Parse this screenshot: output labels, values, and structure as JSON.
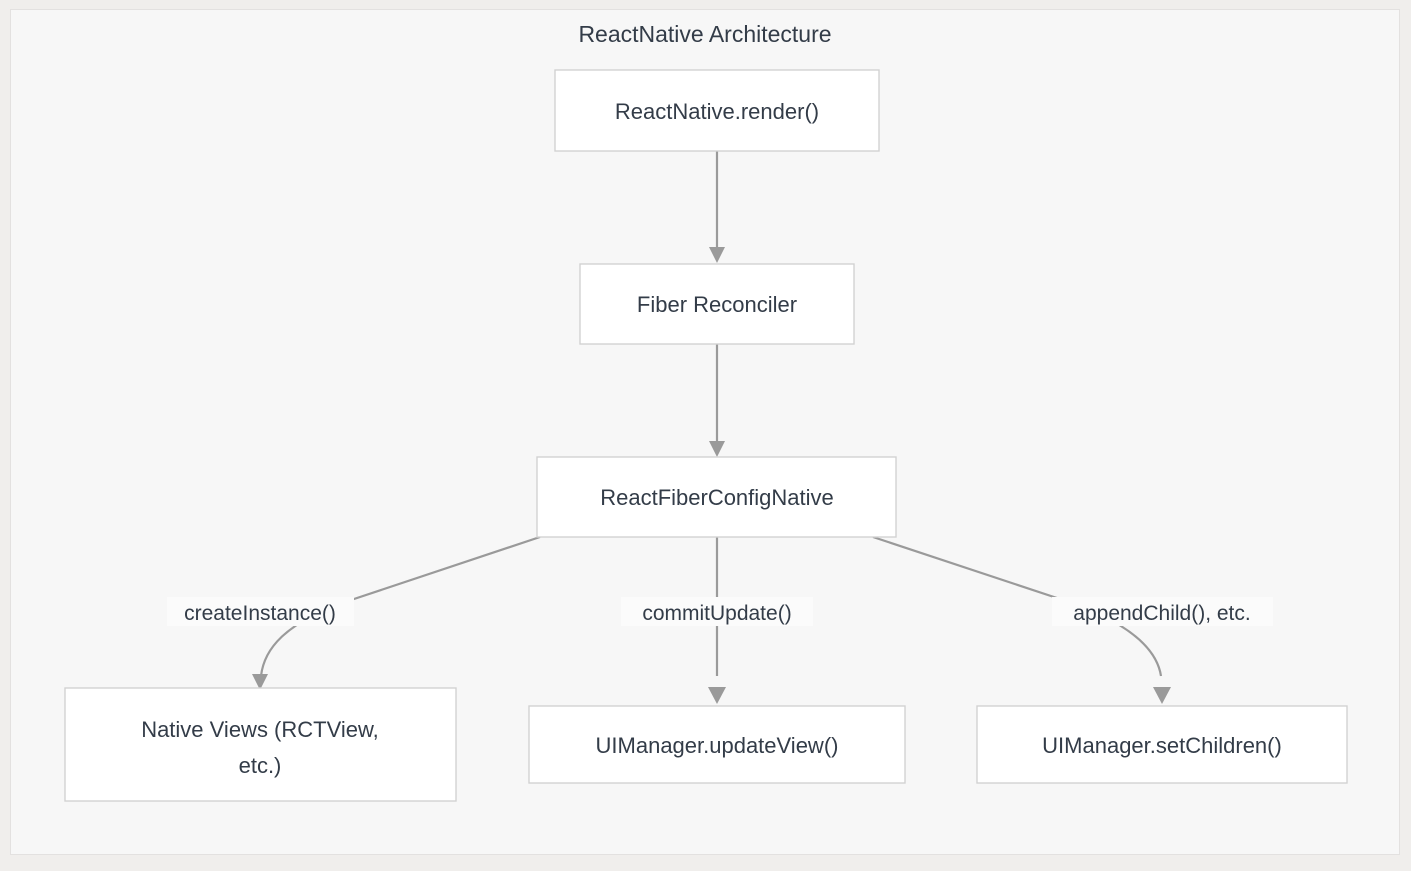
{
  "diagram": {
    "title": "ReactNative Architecture",
    "type": "flowchart",
    "direction": "top-down",
    "colors": {
      "page_background": "#f0eeec",
      "canvas_background": "#f7f7f7",
      "node_fill": "#ffffff",
      "node_border": "#d2d2d2",
      "text": "#333c48",
      "edge": "#9a9a9a"
    },
    "nodes": [
      {
        "id": "render",
        "label": "ReactNative.render()"
      },
      {
        "id": "fiber",
        "label": "Fiber Reconciler"
      },
      {
        "id": "config",
        "label": "ReactFiberConfigNative"
      },
      {
        "id": "nativeviews",
        "label_line1": "Native Views (RCTView,",
        "label_line2": "etc.)",
        "label": "Native Views (RCTView, etc.)"
      },
      {
        "id": "updateview",
        "label": "UIManager.updateView()"
      },
      {
        "id": "setchildren",
        "label": "UIManager.setChildren()"
      }
    ],
    "edges": [
      {
        "from": "render",
        "to": "fiber",
        "label": ""
      },
      {
        "from": "fiber",
        "to": "config",
        "label": ""
      },
      {
        "from": "config",
        "to": "nativeviews",
        "label": "createInstance()"
      },
      {
        "from": "config",
        "to": "updateview",
        "label": "commitUpdate()"
      },
      {
        "from": "config",
        "to": "setchildren",
        "label": "appendChild(), etc."
      }
    ]
  }
}
